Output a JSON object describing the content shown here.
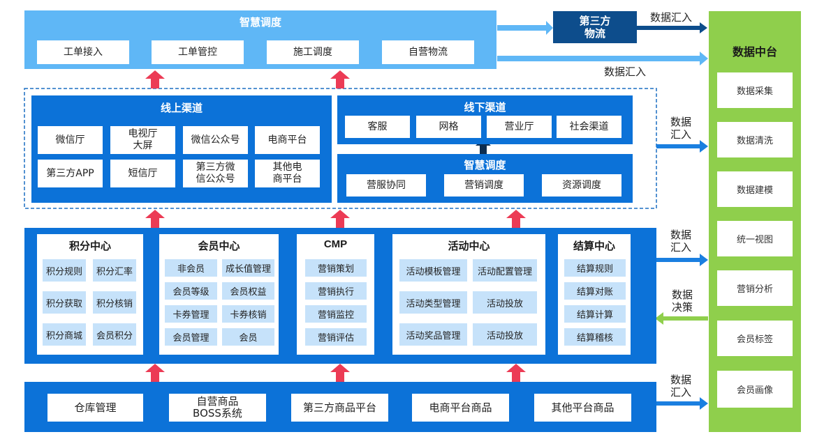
{
  "top_dispatch": {
    "title": "智慧调度",
    "items": [
      "工单接入",
      "工单管控",
      "施工调度",
      "自营物流"
    ]
  },
  "third_party_logistics": "第三方\n物流",
  "data_flows": {
    "logistics_to_platform": "数据汇入",
    "dispatch_to_platform": "数据汇入",
    "channels_to_platform": "数据\n汇入",
    "centers_to_platform": "数据\n汇入",
    "platform_to_centers": "数据\n决策",
    "products_to_platform": "数据\n汇入"
  },
  "online_channels": {
    "title": "线上渠道",
    "items": [
      "微信厅",
      "电视厅\n大屏",
      "微信公众号",
      "电商平台",
      "第三方APP",
      "短信厅",
      "第三方微\n信公众号",
      "其他电\n商平台"
    ]
  },
  "offline_channels": {
    "title": "线下渠道",
    "items": [
      "客服",
      "网格",
      "营业厅",
      "社会渠道"
    ]
  },
  "smart_dispatch_inner": {
    "title": "智慧调度",
    "items": [
      "营服协同",
      "营销调度",
      "资源调度"
    ]
  },
  "centers": {
    "points": {
      "title": "积分中心",
      "items": [
        "积分规则",
        "积分汇率",
        "积分获取",
        "积分核销",
        "积分商城",
        "会员积分"
      ]
    },
    "member": {
      "title": "会员中心",
      "items": [
        "非会员",
        "成长值管理",
        "会员等级",
        "会员权益",
        "卡券管理",
        "卡券核销",
        "会员管理",
        "会员"
      ]
    },
    "cmp": {
      "title": "CMP",
      "items": [
        "营销策划",
        "营销执行",
        "营销监控",
        "营销评估"
      ]
    },
    "activity": {
      "title": "活动中心",
      "items": [
        "活动模板管理",
        "活动配置管理",
        "活动类型管理",
        "活动投放",
        "活动奖品管理",
        "活动投放"
      ]
    },
    "settlement": {
      "title": "结算中心",
      "items": [
        "结算规则",
        "结算对账",
        "结算计算",
        "结算稽核"
      ]
    }
  },
  "products": {
    "items": [
      "仓库管理",
      "自营商品\nBOSS系统",
      "第三方商品平台",
      "电商平台商品",
      "其他平台商品"
    ]
  },
  "data_platform": {
    "title": "数据中台",
    "items": [
      "数据采集",
      "数据清洗",
      "数据建模",
      "统一视图",
      "营销分析",
      "会员标签",
      "会员画像"
    ]
  },
  "colors": {
    "light_blue": "#5fb7f6",
    "blue": "#0c72d8",
    "navy": "#0d4d8c",
    "green": "#8fcf4c",
    "red_arrow": "#ec3b55",
    "item_fill": "#c6e2fa"
  }
}
